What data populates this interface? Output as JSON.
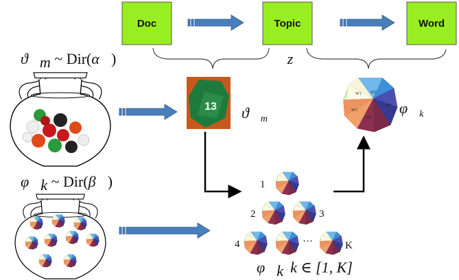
{
  "flow": {
    "boxes": [
      "Doc",
      "Topic",
      "Word"
    ],
    "box_color": "#99ee22",
    "arrow_color": "#4a7ebb",
    "latent_label": "z"
  },
  "topic_prior": {
    "symbol": "ϑ⃗",
    "sub": "m",
    "rest": " ~ Dir(",
    "param": "α⃗",
    "close": ")"
  },
  "word_prior": {
    "symbol": "φ⃗",
    "sub": "k",
    "rest": " ~ Dir(",
    "param": "β⃗",
    "close": ")"
  },
  "doc_die": {
    "symbol": "ϑ⃗",
    "sub": "m",
    "face_number": "13"
  },
  "word_die": {
    "symbol": "φ⃗",
    "sub": "k",
    "faces": [
      "W1",
      "W2",
      "W3",
      "W4",
      "W5"
    ]
  },
  "topic_dice": {
    "labels": [
      "1",
      "2",
      "3",
      "4",
      "K"
    ],
    "ellipsis": "···",
    "caption_symbol": "φ⃗",
    "caption_sub": "k",
    "caption_range": "k ∈ [1, K]"
  }
}
